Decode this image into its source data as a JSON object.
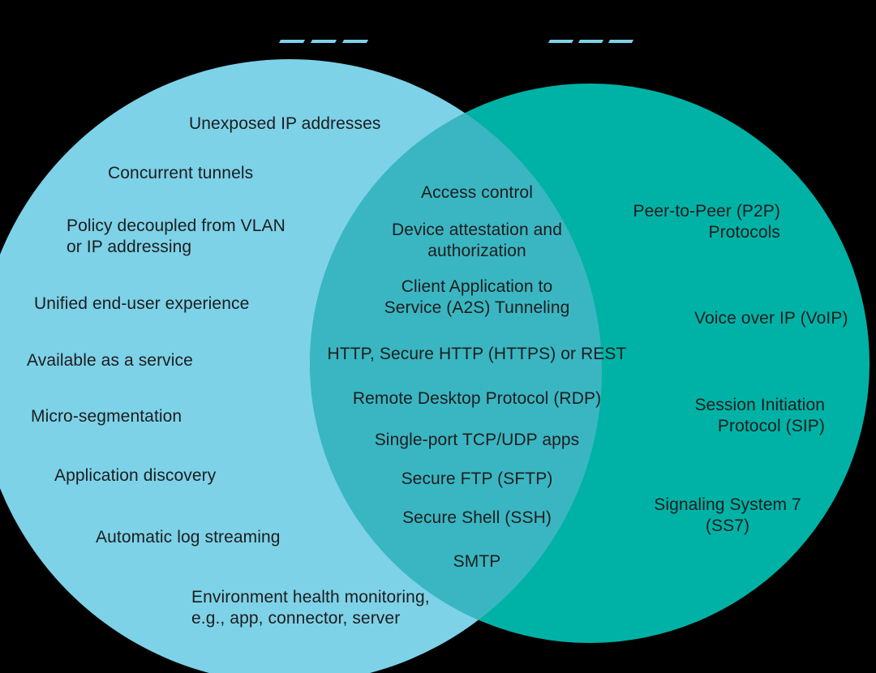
{
  "background": "#000000",
  "colors": {
    "left_circle": "#7DD2E8",
    "right_circle": "#00B2A6",
    "intersection": "#3AB6C2",
    "text": "#1D1D1D",
    "underline_dash": "#7DD2E8"
  },
  "top_marks": {
    "left_underline_dash_count": 3,
    "right_underline_dash_count": 3
  },
  "venn": {
    "left": {
      "items": [
        "Unexposed IP addresses",
        "Concurrent tunnels",
        "Policy decoupled from VLAN\nor IP addressing",
        "Unified end-user experience",
        "Available as a service",
        "Micro-segmentation",
        "Application discovery",
        "Automatic log streaming",
        "Environment health monitoring,\ne.g., app, connector, server"
      ]
    },
    "middle": {
      "items": [
        "Access control",
        "Device attestation and\nauthorization",
        "Client Application to\nService (A2S) Tunneling",
        "HTTP, Secure HTTP (HTTPS) or REST",
        "Remote Desktop Protocol (RDP)",
        "Single-port TCP/UDP apps",
        "Secure FTP (SFTP)",
        "Secure Shell (SSH)",
        "SMTP"
      ]
    },
    "right": {
      "items": [
        "Peer-to-Peer (P2P)\nProtocols",
        "Voice over IP (VoIP)",
        "Session Initiation\nProtocol (SIP)",
        "Signaling System 7\n(SS7)"
      ]
    }
  }
}
